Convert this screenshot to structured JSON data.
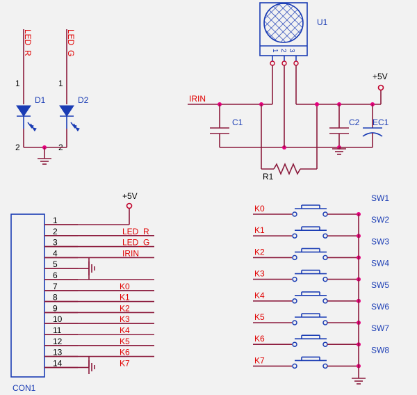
{
  "leds": {
    "d1": {
      "ref": "D1",
      "net": "LED_R",
      "pin_top": "1",
      "pin_bot": "2"
    },
    "d2": {
      "ref": "D2",
      "net": "LED_G",
      "pin_top": "1",
      "pin_bot": "2"
    }
  },
  "ir": {
    "ref": "U1",
    "pins": [
      "1",
      "2",
      "3"
    ],
    "net": "IRIN",
    "c1": "C1",
    "c2": "C2",
    "ec1": "EC1",
    "r1": "R1",
    "vcc": "+5V"
  },
  "con": {
    "ref": "CON1",
    "vcc": "+5V",
    "pins": [
      "1",
      "2",
      "3",
      "4",
      "5",
      "6",
      "7",
      "8",
      "9",
      "10",
      "11",
      "12",
      "13",
      "14"
    ],
    "nets": [
      "",
      "LED_R",
      "LED_G",
      "IRIN",
      "",
      "",
      "K0",
      "K1",
      "K2",
      "K3",
      "K4",
      "K5",
      "K6",
      "K7"
    ]
  },
  "switches": {
    "keys": [
      "K0",
      "K1",
      "K2",
      "K3",
      "K4",
      "K5",
      "K6",
      "K7"
    ],
    "refs": [
      "SW1",
      "SW2",
      "SW3",
      "SW4",
      "SW5",
      "SW6",
      "SW7",
      "SW8"
    ]
  },
  "colors": {
    "wire": "#8b1a3c",
    "part": "#1a3cb4",
    "net_label": "#e00000",
    "junction": "#e6007e"
  }
}
